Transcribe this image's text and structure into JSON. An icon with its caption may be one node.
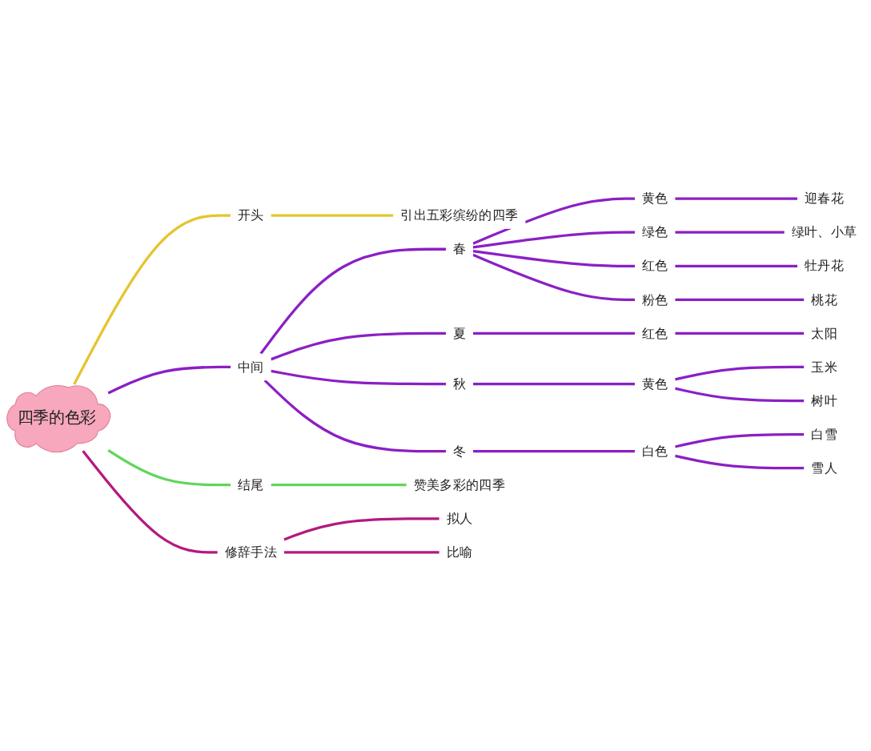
{
  "diagram": {
    "nodes": [
      {
        "text": [
          "四季的色彩"
        ]
      },
      {
        "text": [
          "开头"
        ]
      },
      {
        "text": [
          "引出五彩缤纷的四季"
        ]
      },
      {
        "text": [
          "中间"
        ]
      },
      {
        "text": [
          "春"
        ]
      },
      {
        "text": [
          "黄色"
        ]
      },
      {
        "text": [
          "迎春花"
        ]
      },
      {
        "text": [
          "绿色"
        ]
      },
      {
        "text": [
          "绿叶、小草"
        ]
      },
      {
        "text": [
          "红色"
        ]
      },
      {
        "text": [
          "牡丹花"
        ]
      },
      {
        "text": [
          "粉色"
        ]
      },
      {
        "text": [
          "桃花"
        ]
      },
      {
        "text": [
          "夏"
        ]
      },
      {
        "text": [
          "红色"
        ]
      },
      {
        "text": [
          "太阳"
        ]
      },
      {
        "text": [
          "秋"
        ]
      },
      {
        "text": [
          "黄色"
        ]
      },
      {
        "text": [
          "玉米"
        ]
      },
      {
        "text": [
          "树叶"
        ]
      },
      {
        "text": [
          "冬"
        ]
      },
      {
        "text": [
          "白色"
        ]
      },
      {
        "text": [
          "白雪"
        ]
      },
      {
        "text": [
          "雪人"
        ]
      },
      {
        "text": [
          "结尾"
        ]
      },
      {
        "text": [
          "赞美多彩的四季"
        ]
      },
      {
        "text": [
          "修辞手法"
        ]
      },
      {
        "text": [
          "拟人"
        ]
      },
      {
        "text": [
          "比喻"
        ]
      }
    ],
    "edges": [
      {
        "from": 0,
        "to": 1,
        "arrow": "none",
        "color": "#e6c42e"
      },
      {
        "from": 1,
        "to": 2,
        "arrow": "none",
        "color": "#e6c42e"
      },
      {
        "from": 0,
        "to": 3,
        "arrow": "none"
      },
      {
        "from": 3,
        "to": 4,
        "arrow": "none"
      },
      {
        "from": 4,
        "to": 5,
        "arrow": "none"
      },
      {
        "from": 5,
        "to": 6,
        "arrow": "none"
      },
      {
        "from": 4,
        "to": 7,
        "arrow": "none"
      },
      {
        "from": 7,
        "to": 8,
        "arrow": "none"
      },
      {
        "from": 4,
        "to": 9,
        "arrow": "none"
      },
      {
        "from": 9,
        "to": 10,
        "arrow": "none"
      },
      {
        "from": 4,
        "to": 11,
        "arrow": "none"
      },
      {
        "from": 11,
        "to": 12,
        "arrow": "none"
      },
      {
        "from": 3,
        "to": 13,
        "arrow": "none"
      },
      {
        "from": 13,
        "to": 14,
        "arrow": "none"
      },
      {
        "from": 14,
        "to": 15,
        "arrow": "none"
      },
      {
        "from": 3,
        "to": 16,
        "arrow": "none"
      },
      {
        "from": 16,
        "to": 17,
        "arrow": "none"
      },
      {
        "from": 17,
        "to": 18,
        "arrow": "none"
      },
      {
        "from": 17,
        "to": 19,
        "arrow": "none"
      },
      {
        "from": 3,
        "to": 20,
        "arrow": "none"
      },
      {
        "from": 20,
        "to": 21,
        "arrow": "none"
      },
      {
        "from": 21,
        "to": 22,
        "arrow": "none"
      },
      {
        "from": 21,
        "to": 23,
        "arrow": "none"
      },
      {
        "from": 0,
        "to": 24,
        "arrow": "none",
        "color": "#5fd65a"
      },
      {
        "from": 24,
        "to": 25,
        "arrow": "none",
        "color": "#5fd65a"
      },
      {
        "from": 0,
        "to": 26,
        "arrow": "none",
        "color": "#b3197f"
      },
      {
        "from": 26,
        "to": 27,
        "arrow": "none",
        "color": "#b3197f"
      },
      {
        "from": 26,
        "to": 28,
        "arrow": "none",
        "color": "#b3197f"
      }
    ]
  }
}
